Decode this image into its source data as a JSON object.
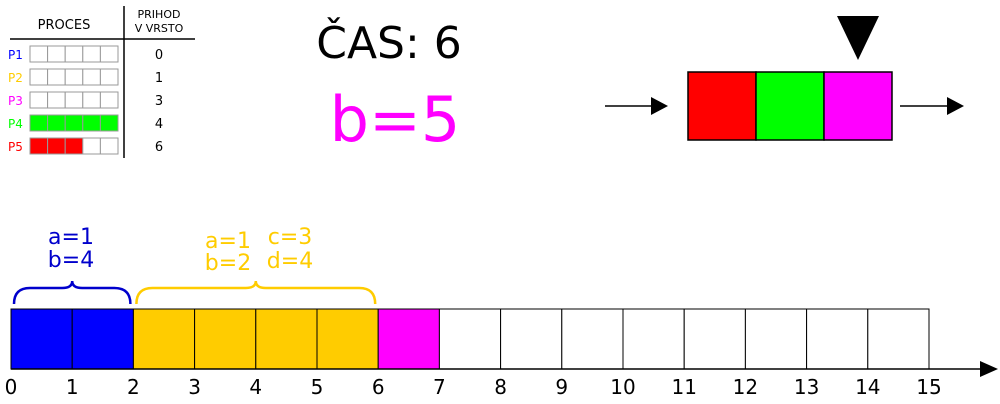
{
  "table": {
    "header_process": "PROCES",
    "header_arrival_line1": "PRIHOD",
    "header_arrival_line2": "V VRSTO",
    "cells_per_row": 5,
    "rows": [
      {
        "name": "P1",
        "color": "#0000ff",
        "arrival": "0",
        "filled": 0
      },
      {
        "name": "P2",
        "color": "#ffcc00",
        "arrival": "1",
        "filled": 0
      },
      {
        "name": "P3",
        "color": "#ff00ff",
        "arrival": "3",
        "filled": 0
      },
      {
        "name": "P4",
        "color": "#00ff00",
        "arrival": "4",
        "filled": 5
      },
      {
        "name": "P5",
        "color": "#ff0000",
        "arrival": "6",
        "filled": 3
      }
    ]
  },
  "time_label": "ČAS: 6",
  "current_b": {
    "text": "b=5",
    "color": "#ff00ff"
  },
  "queue": {
    "segments": [
      {
        "name": "P5",
        "color": "#ff0000"
      },
      {
        "name": "P4",
        "color": "#00ff00"
      },
      {
        "name": "P3",
        "color": "#ff00ff"
      }
    ],
    "pointer_index": 2
  },
  "brace_labels": [
    {
      "lines": [
        "a=1",
        "b=4"
      ],
      "color": "#0000cc"
    },
    {
      "lines": [
        "a=1",
        "b=2"
      ],
      "color": "#ffcc00"
    },
    {
      "lines": [
        "c=3",
        "d=4"
      ],
      "color": "#ffcc00"
    }
  ],
  "timeline": {
    "cells": [
      "#0000ff",
      "#0000ff",
      "#ffcc00",
      "#ffcc00",
      "#ffcc00",
      "#ffcc00",
      "#ff00ff",
      "#ffffff",
      "#ffffff",
      "#ffffff",
      "#ffffff",
      "#ffffff",
      "#ffffff",
      "#ffffff",
      "#ffffff"
    ],
    "ticks": [
      "0",
      "1",
      "2",
      "3",
      "4",
      "5",
      "6",
      "7",
      "8",
      "9",
      "10",
      "11",
      "12",
      "13",
      "14",
      "15"
    ],
    "braces": [
      {
        "from": 0,
        "to": 2,
        "color": "#0000cc"
      },
      {
        "from": 2,
        "to": 6,
        "color": "#ffcc00"
      }
    ]
  }
}
